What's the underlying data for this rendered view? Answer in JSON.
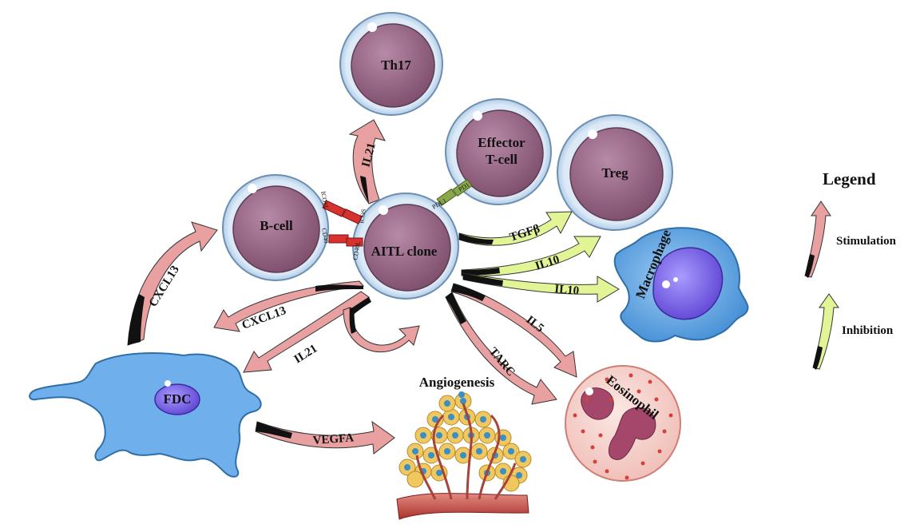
{
  "cells": {
    "th17": "Th17",
    "effector_line1": "Effector",
    "effector_line2": "T-cell",
    "treg": "Treg",
    "bcell": "B-cell",
    "aitl": "AITL clone",
    "macrophage": "Macrophage",
    "fdc": "FDC",
    "eosinophil": "Eosinophil",
    "angiogenesis": "Angiogenesis"
  },
  "receptors": {
    "icosl": "ICOSL",
    "icos": "ICOS",
    "cd40": "CD40",
    "cd40l": "CD40L",
    "pd1": "PD1",
    "pdl1": "PDL1"
  },
  "arrows": {
    "il21_th17": "IL21",
    "cxcl13_bcell": "CXCL13",
    "tgfb": "TGFβ",
    "il10_top": "IL10",
    "il10_bottom": "IL10",
    "cxcl13_fdc": "CXCL13",
    "il21_fdc": "IL21",
    "tarc": "TARC",
    "il5": "IL5",
    "vegfa": "VEGFA"
  },
  "legend": {
    "title": "Legend",
    "stimulation": "Stimulation",
    "inhibition": "Inhibition"
  },
  "colors": {
    "stimulation": "#e8a0a0",
    "inhibition": "#e2f596",
    "lymphocyte_body": "#9c6a89",
    "lymphocyte_membrane": "#b9d6ee",
    "macrophage": "#5aa2e0",
    "fdc": "#6fb0ec",
    "eosinophil": "#f6d3cf",
    "icos_receptor": "#d8322e",
    "pd_receptor": "#8aa84a"
  }
}
